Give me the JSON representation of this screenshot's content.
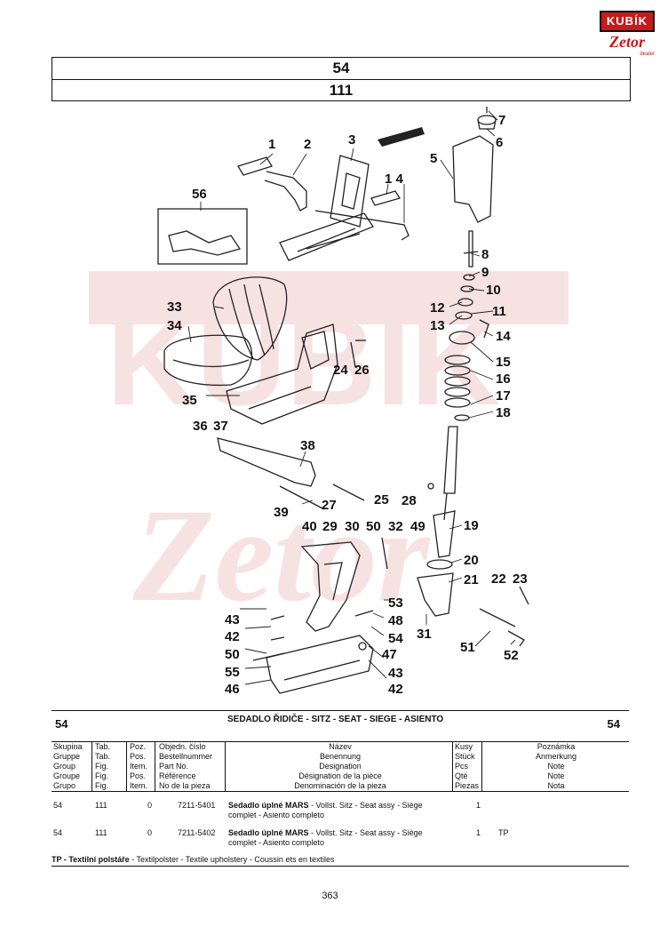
{
  "logo": {
    "top": "KUBÍK",
    "bottom": "Zetor",
    "sub": "dealer"
  },
  "header": {
    "group": "54",
    "figure": "111"
  },
  "callouts": [
    "1",
    "2",
    "3",
    "1 4",
    "5",
    "6",
    "7",
    "8",
    "9",
    "10",
    "11",
    "12",
    "13",
    "14",
    "15",
    "16",
    "17",
    "18",
    "19",
    "20",
    "21",
    "22",
    "23",
    "24",
    "26",
    "25",
    "27",
    "28",
    "29",
    "30",
    "31",
    "32",
    "33",
    "34",
    "35",
    "36",
    "37",
    "38",
    "39",
    "40",
    "42",
    "43",
    "46",
    "47",
    "48",
    "49",
    "50",
    "51",
    "52",
    "53",
    "54",
    "55",
    "56"
  ],
  "table": {
    "group": "54",
    "group_right": "54",
    "title": "SEDADLO ŘIDIČE - SITZ - SEAT - SIEGE - ASIENTO",
    "cols": {
      "c1": [
        "Skupina",
        "Gruppe",
        "Group",
        "Groupe",
        "Grupo"
      ],
      "c2": [
        "Tab.",
        "Tab.",
        "Fig.",
        "Fig.",
        "Fig."
      ],
      "c3": [
        "Poz.",
        "Pos.",
        "Item.",
        "Pos.",
        "Item."
      ],
      "c4": [
        "Objedn. číslo",
        "Bestellnummer",
        "Part No.",
        "Référence",
        "No de la pieza"
      ],
      "c5": [
        "Název",
        "Benennung",
        "Designation",
        "Désignation de la pièce",
        "Denominación de la pieza"
      ],
      "c6": [
        "Kusy",
        "Stück",
        "Pcs",
        "Qté",
        "Piezas"
      ],
      "c7": [
        "Poznámka",
        "Anmerkung",
        "Note",
        "Note",
        "Nota"
      ]
    },
    "rows": [
      {
        "group": "54",
        "fig": "111",
        "pos": "0",
        "part": "7211-5401",
        "name_bold": "Sedadlo úplné MARS",
        "name_rest": "- Vollst. Sitz - Seat assy - Siège",
        "name_line2": "complet - Asiento completo",
        "qty": "1",
        "note": ""
      },
      {
        "group": "54",
        "fig": "111",
        "pos": "0",
        "part": "7211-5402",
        "name_bold": "Sedadlo úplné MARS",
        "name_rest": "- Vollst. Sitz - Seat assy - Siège",
        "name_line2": "complet - Asiento completo",
        "qty": "1",
        "note": "TP"
      }
    ],
    "footnote_bold": "TP - Textilní polstáře",
    "footnote_rest": "- Textilpolster - Textile upholstery - Coussin ets en textiles"
  },
  "page_number": "363"
}
